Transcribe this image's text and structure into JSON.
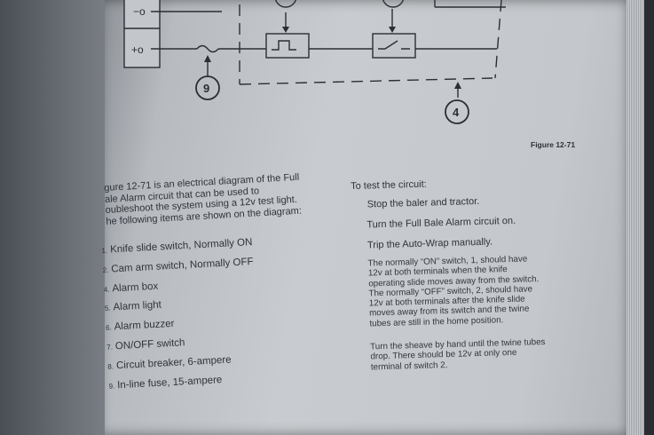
{
  "figure": {
    "caption": "Figure 12-71",
    "terminal_neg": "−o",
    "terminal_pos": "+o",
    "callout_9": "9",
    "callout_4": "4"
  },
  "left_column": {
    "intro_lines": [
      "gure 12-71 is an electrical diagram of the Full",
      "ale  Alarm  circuit  that  can  be  used  to",
      "oubleshoot the system using a 12v test light.",
      "he following items are shown on the diagram:"
    ],
    "items": [
      {
        "num": "1.",
        "label": "Knife slide switch, Normally ON"
      },
      {
        "num": "2.",
        "label": "Cam arm switch, Normally OFF"
      },
      {
        "num": "4.",
        "label": "Alarm box"
      },
      {
        "num": "5.",
        "label": "Alarm light"
      },
      {
        "num": "6.",
        "label": "Alarm buzzer"
      },
      {
        "num": "7.",
        "label": "ON/OFF switch"
      },
      {
        "num": "8.",
        "label": "Circuit breaker, 6-ampere"
      },
      {
        "num": "9.",
        "label": "In-line fuse, 15-ampere"
      }
    ]
  },
  "right_column": {
    "heading": "To test the circuit:",
    "steps": [
      "Stop the baler and tractor.",
      "Turn the Full Bale Alarm circuit on.",
      "Trip the Auto-Wrap manually."
    ],
    "block1": [
      "The normally “ON” switch, 1, should have",
      "12v  at  both  terminals  when  the  knife",
      "operating slide moves away from the switch.",
      "The normally “OFF” switch, 2, should have",
      "12v at both terminals after the knife slide",
      "moves away from its switch and the twine",
      "tubes are still in the home position."
    ],
    "block2": [
      "Turn the sheave by hand until the twine tubes",
      "drop.  There  should  be  12v  at  only  one",
      "terminal of switch 2."
    ]
  }
}
